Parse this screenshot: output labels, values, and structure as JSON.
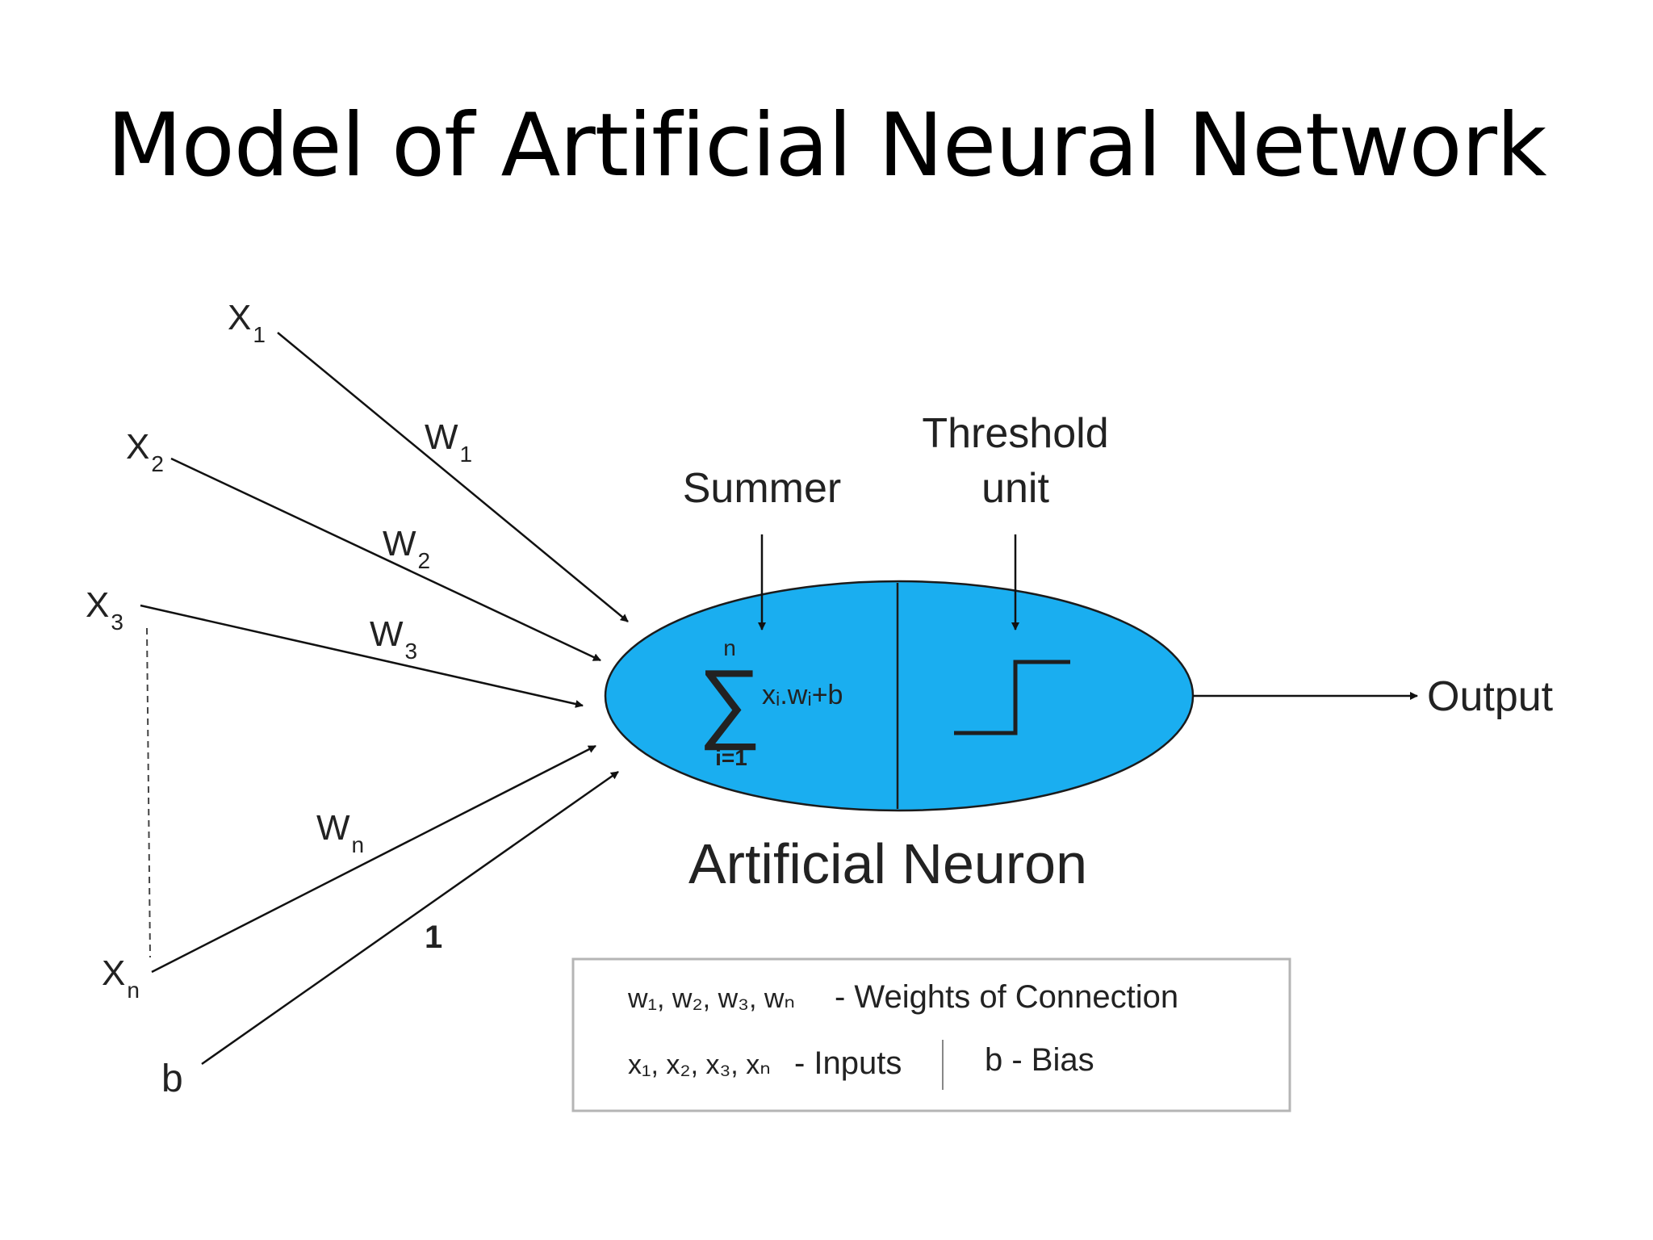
{
  "title": "Model of Artificial Neural Network",
  "inputs": [
    {
      "label": "X",
      "sub": "1"
    },
    {
      "label": "X",
      "sub": "2"
    },
    {
      "label": "X",
      "sub": "3"
    },
    {
      "label": "X",
      "sub": "n"
    },
    {
      "label": "b",
      "sub": ""
    }
  ],
  "weights": [
    {
      "label": "W",
      "sub": "1"
    },
    {
      "label": "W",
      "sub": "2"
    },
    {
      "label": "W",
      "sub": "3"
    },
    {
      "label": "W",
      "sub": "n"
    },
    {
      "label": "1",
      "sub": ""
    }
  ],
  "neuron": {
    "name": "Artificial Neuron",
    "fill_color": "#1aaef0",
    "summer_label": "Summer",
    "threshold_label_line1": "Threshold",
    "threshold_label_line2": "unit",
    "sum_upper": "n",
    "sum_lower": "i=1",
    "sum_expr": "xᵢ.wᵢ+b"
  },
  "output_label": "Output",
  "legend": {
    "weights_vars": "w₁, w₂, w₃, wₙ",
    "weights_desc": "- Weights of Connection",
    "inputs_vars": "x₁, x₂, x₃, xₙ",
    "inputs_desc": "- Inputs",
    "bias": "b - Bias"
  }
}
